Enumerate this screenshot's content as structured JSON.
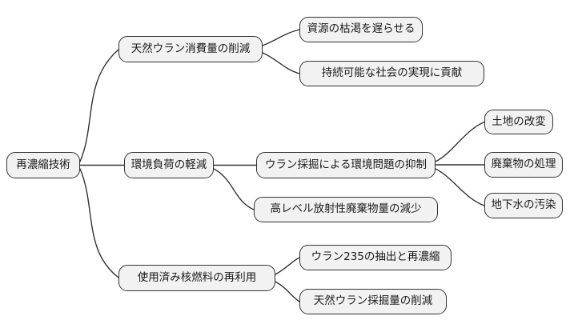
{
  "mindmap": {
    "root": {
      "label": "再濃縮技術",
      "children": [
        {
          "label": "天然ウラン消費量の削減",
          "children": [
            {
              "label": "資源の枯渇を遅らせる"
            },
            {
              "label": "持続可能な社会の実現に貢献"
            }
          ]
        },
        {
          "label": "環境負荷の軽減",
          "children": [
            {
              "label": "ウラン採掘による環境問題の抑制",
              "children": [
                {
                  "label": "土地の改変"
                },
                {
                  "label": "廃棄物の処理"
                },
                {
                  "label": "地下水の汚染"
                }
              ]
            },
            {
              "label": "高レベル放射性廃棄物量の減少"
            }
          ]
        },
        {
          "label": "使用済み核燃料の再利用",
          "children": [
            {
              "label": "ウラン235の抽出と再濃縮"
            },
            {
              "label": "天然ウラン採掘量の削減"
            }
          ]
        }
      ]
    },
    "style": {
      "node_fill": "#f2f2f2",
      "node_border": "#333333",
      "edge_color": "#333333",
      "text_color": "#1a1a1a",
      "background": "#ffffff"
    }
  }
}
